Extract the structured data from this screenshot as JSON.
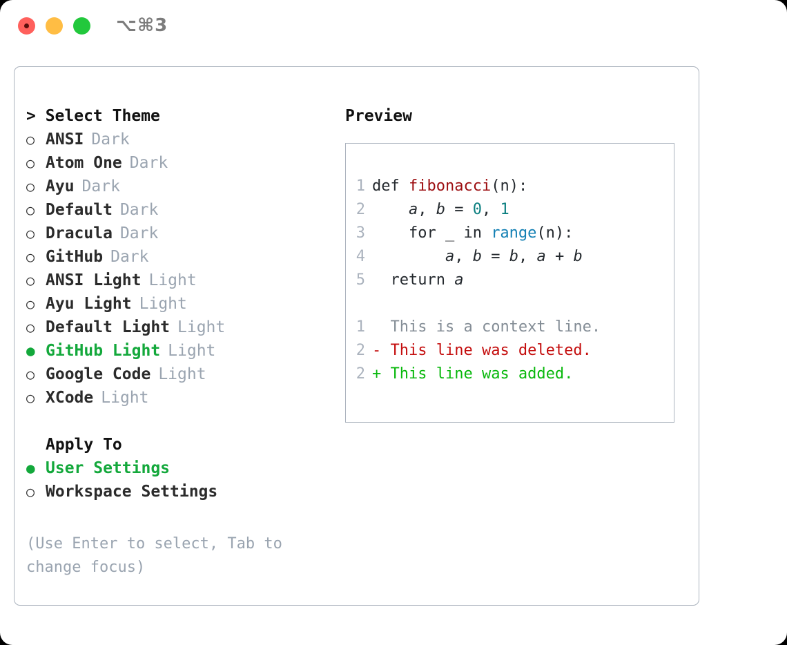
{
  "titlebar": {
    "shortcut": "⌥⌘3",
    "buttons": [
      {
        "name": "close",
        "color": "#ff605c"
      },
      {
        "name": "minimize",
        "color": "#ffbd44"
      },
      {
        "name": "maximize",
        "color": "#22c83c"
      }
    ]
  },
  "theme_picker": {
    "heading": "> Select Theme",
    "selected_bullet": "●",
    "unselected_bullet": "○",
    "selected_color": "#13a83b",
    "items": [
      {
        "bullet": "○",
        "name": "ANSI",
        "variant": "Dark",
        "selected": false
      },
      {
        "bullet": "○",
        "name": "Atom One",
        "variant": "Dark",
        "selected": false
      },
      {
        "bullet": "○",
        "name": "Ayu",
        "variant": "Dark",
        "selected": false
      },
      {
        "bullet": "○",
        "name": "Default",
        "variant": "Dark",
        "selected": false
      },
      {
        "bullet": "○",
        "name": "Dracula",
        "variant": "Dark",
        "selected": false
      },
      {
        "bullet": "○",
        "name": "GitHub",
        "variant": "Dark",
        "selected": false
      },
      {
        "bullet": "○",
        "name": "ANSI Light",
        "variant": "Light",
        "selected": false
      },
      {
        "bullet": "○",
        "name": "Ayu Light",
        "variant": "Light",
        "selected": false
      },
      {
        "bullet": "○",
        "name": "Default Light",
        "variant": "Light",
        "selected": false
      },
      {
        "bullet": "●",
        "name": "GitHub Light",
        "variant": "Light",
        "selected": true
      },
      {
        "bullet": "○",
        "name": "Google Code",
        "variant": "Light",
        "selected": false
      },
      {
        "bullet": "○",
        "name": "XCode",
        "variant": "Light",
        "selected": false
      }
    ]
  },
  "apply_to": {
    "heading": "Apply To",
    "items": [
      {
        "bullet": "●",
        "name": "User Settings",
        "selected": true
      },
      {
        "bullet": "○",
        "name": "Workspace Settings",
        "selected": false
      }
    ]
  },
  "hint": "(Use Enter to select, Tab to change focus)",
  "preview": {
    "title": "Preview",
    "code_lines": [
      {
        "no": "1",
        "segments": [
          {
            "text": "def ",
            "style": "plain"
          },
          {
            "text": "fibonacci",
            "style": "fn"
          },
          {
            "text": "(n):",
            "style": "plain"
          }
        ]
      },
      {
        "no": "2",
        "segments": [
          {
            "text": "    ",
            "style": "plain"
          },
          {
            "text": "a",
            "style": "var"
          },
          {
            "text": ", ",
            "style": "plain"
          },
          {
            "text": "b",
            "style": "var"
          },
          {
            "text": " = ",
            "style": "plain"
          },
          {
            "text": "0",
            "style": "num"
          },
          {
            "text": ", ",
            "style": "plain"
          },
          {
            "text": "1",
            "style": "num"
          }
        ]
      },
      {
        "no": "3",
        "segments": [
          {
            "text": "    for _ in ",
            "style": "plain"
          },
          {
            "text": "range",
            "style": "call"
          },
          {
            "text": "(n):",
            "style": "plain"
          }
        ]
      },
      {
        "no": "4",
        "segments": [
          {
            "text": "        ",
            "style": "plain"
          },
          {
            "text": "a",
            "style": "var"
          },
          {
            "text": ", ",
            "style": "plain"
          },
          {
            "text": "b",
            "style": "var"
          },
          {
            "text": " = ",
            "style": "plain"
          },
          {
            "text": "b",
            "style": "var"
          },
          {
            "text": ", ",
            "style": "plain"
          },
          {
            "text": "a",
            "style": "var"
          },
          {
            "text": " + ",
            "style": "plain"
          },
          {
            "text": "b",
            "style": "var"
          }
        ]
      },
      {
        "no": "5",
        "segments": [
          {
            "text": "  return ",
            "style": "plain"
          },
          {
            "text": "a",
            "style": "var"
          }
        ]
      }
    ],
    "diff_lines": [
      {
        "no": "1",
        "marker": "  ",
        "text": "This is a context line.",
        "kind": "context"
      },
      {
        "no": "2",
        "marker": "- ",
        "text": "This line was deleted.",
        "kind": "deleted"
      },
      {
        "no": "2",
        "marker": "+ ",
        "text": "This line was added.",
        "kind": "added"
      }
    ],
    "colors": {
      "function": "#9c0d10",
      "number": "#0b7f80",
      "builtin": "#1480b4",
      "context": "#848d96",
      "deleted": "#c40d0d",
      "added": "#08b80c",
      "line_number": "#aab2bd"
    }
  }
}
